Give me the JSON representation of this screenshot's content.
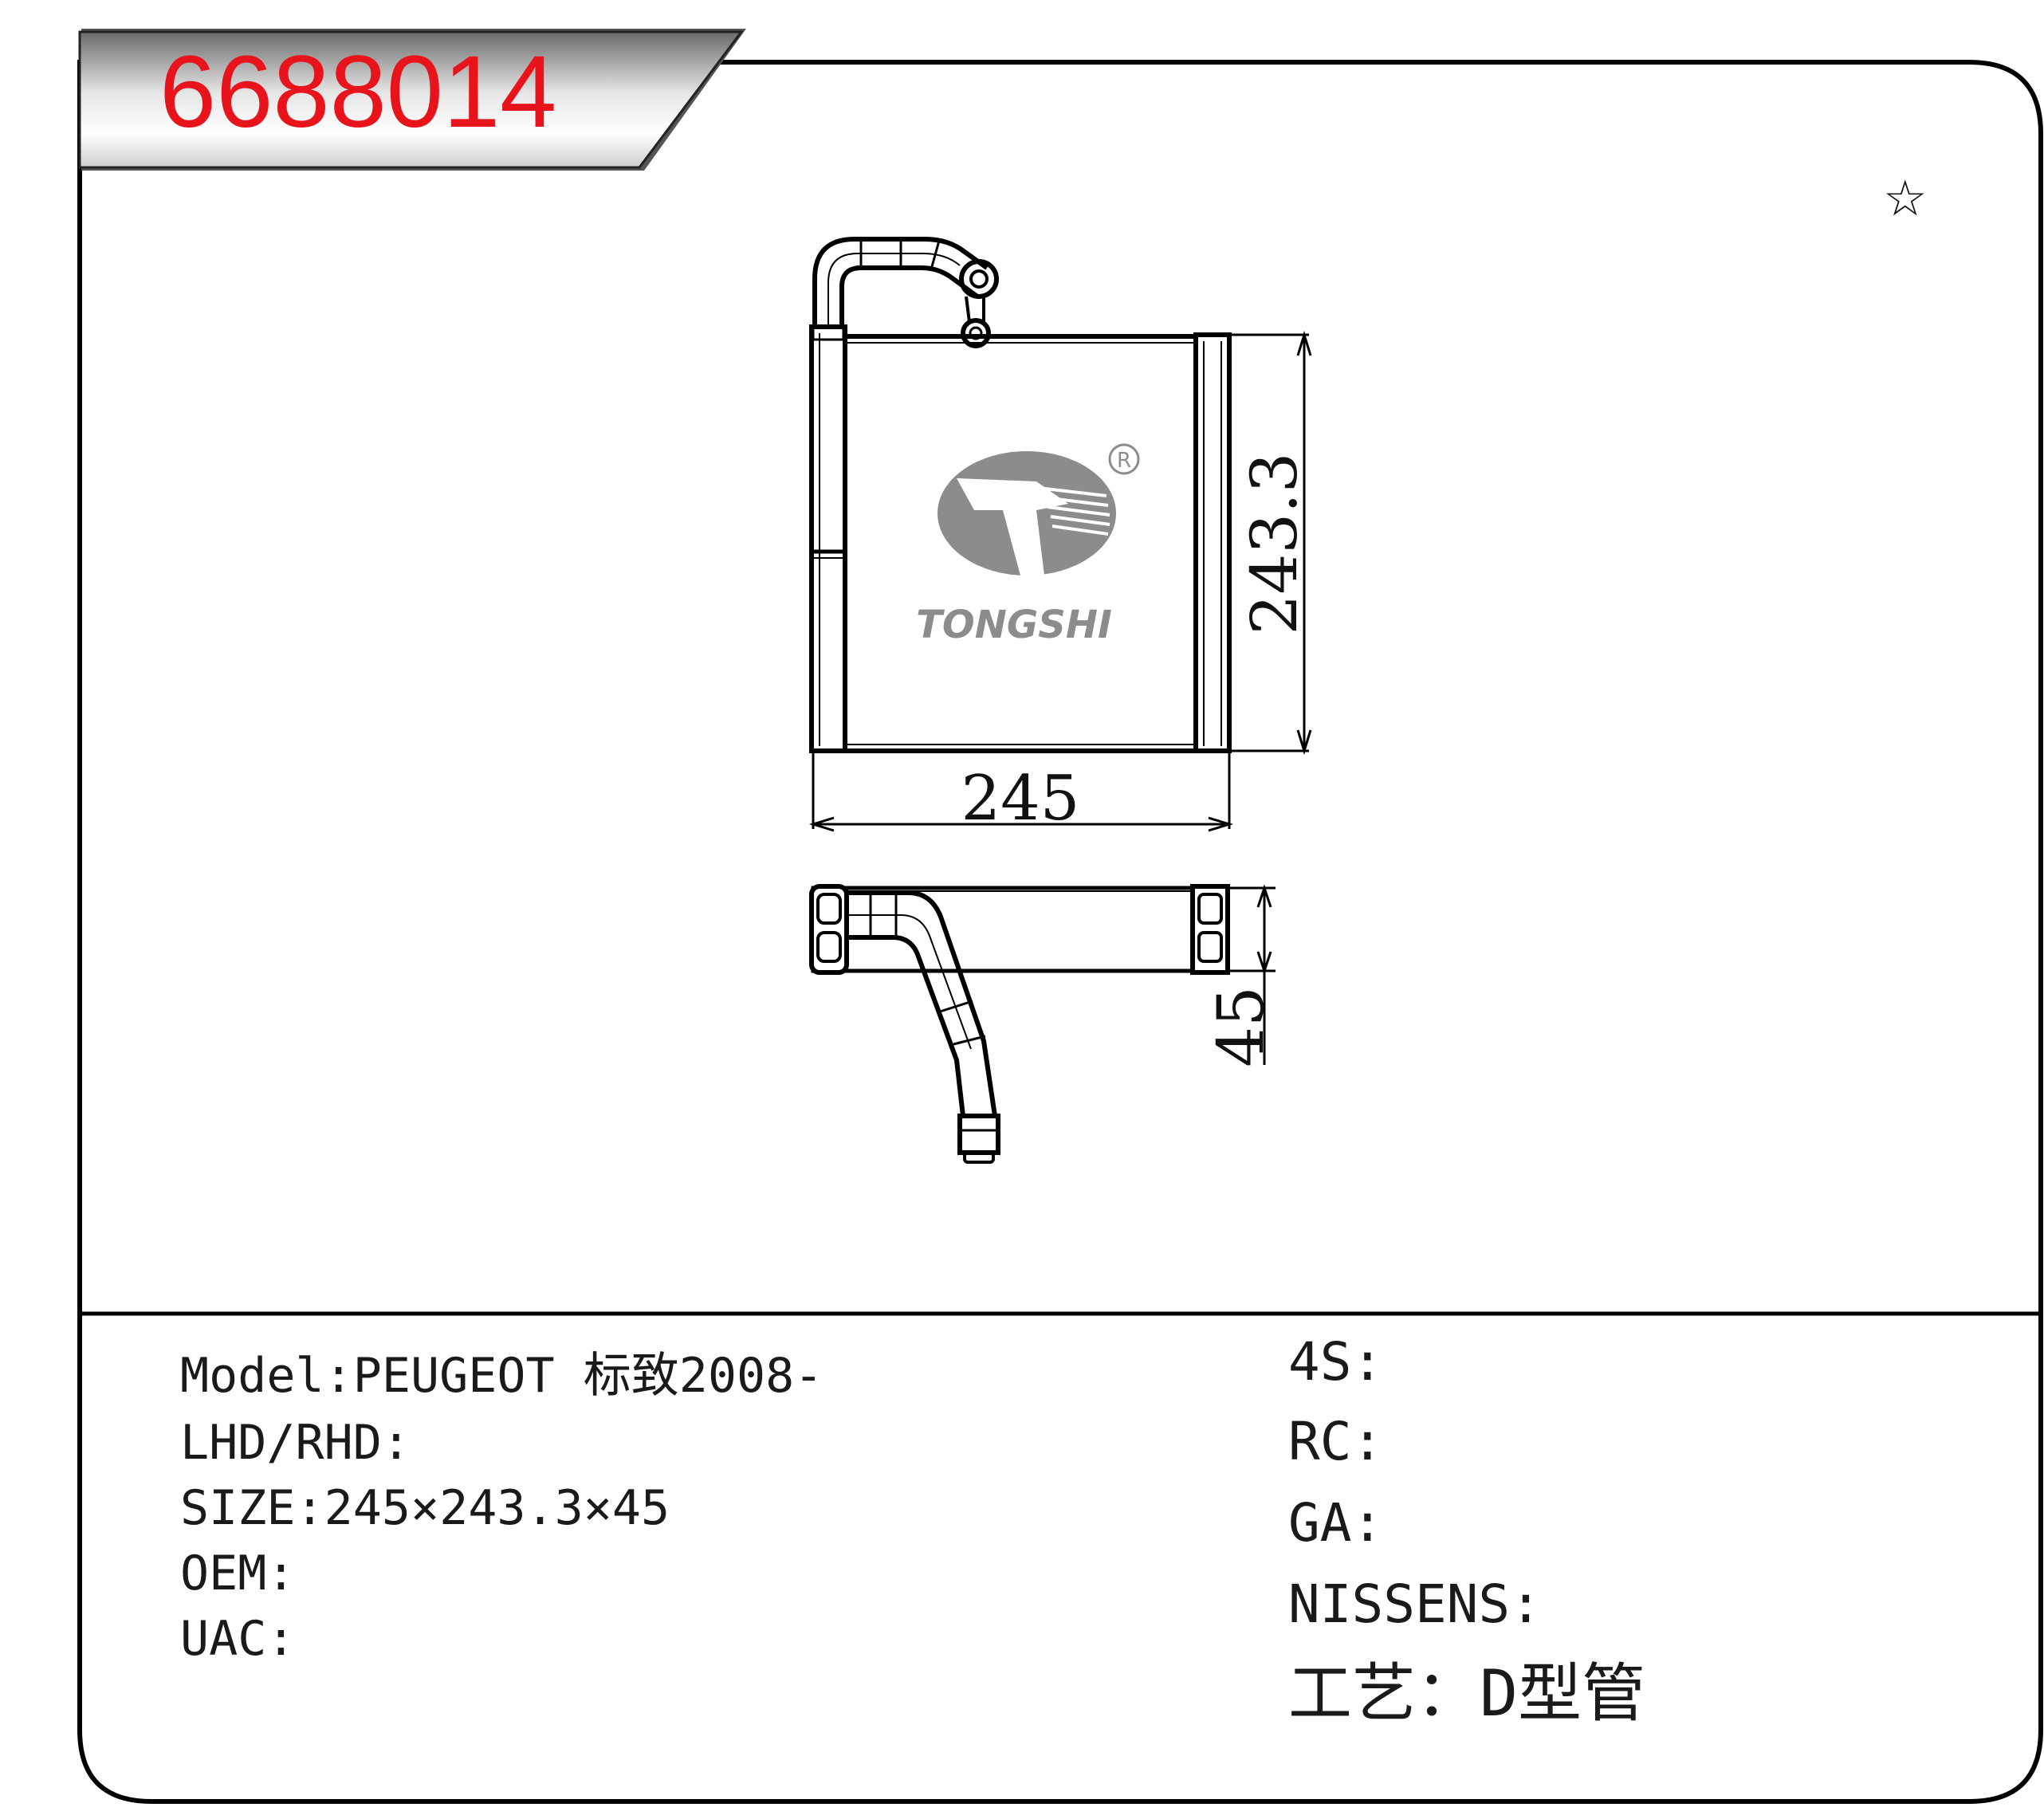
{
  "header": {
    "part_number": "6688014",
    "part_number_color": "#e8141c",
    "star_icon": "☆"
  },
  "drawing": {
    "dim_width": "245",
    "dim_height": "243.3",
    "dim_depth": "45",
    "brand": "TONGSHI",
    "registered_mark": "R",
    "logo_color": "#8c8c8c"
  },
  "specs_left": {
    "model": "Model:PEUGEOT 标致2008-",
    "lhd_rhd": "LHD/RHD:",
    "size": "SIZE:245×243.3×45",
    "oem": "OEM:",
    "uac": "UAC:"
  },
  "specs_right": {
    "s4": "4S:",
    "rc": "RC:",
    "ga": "GA:",
    "nissens": "NISSENS:",
    "craft": "工艺：D型管"
  }
}
